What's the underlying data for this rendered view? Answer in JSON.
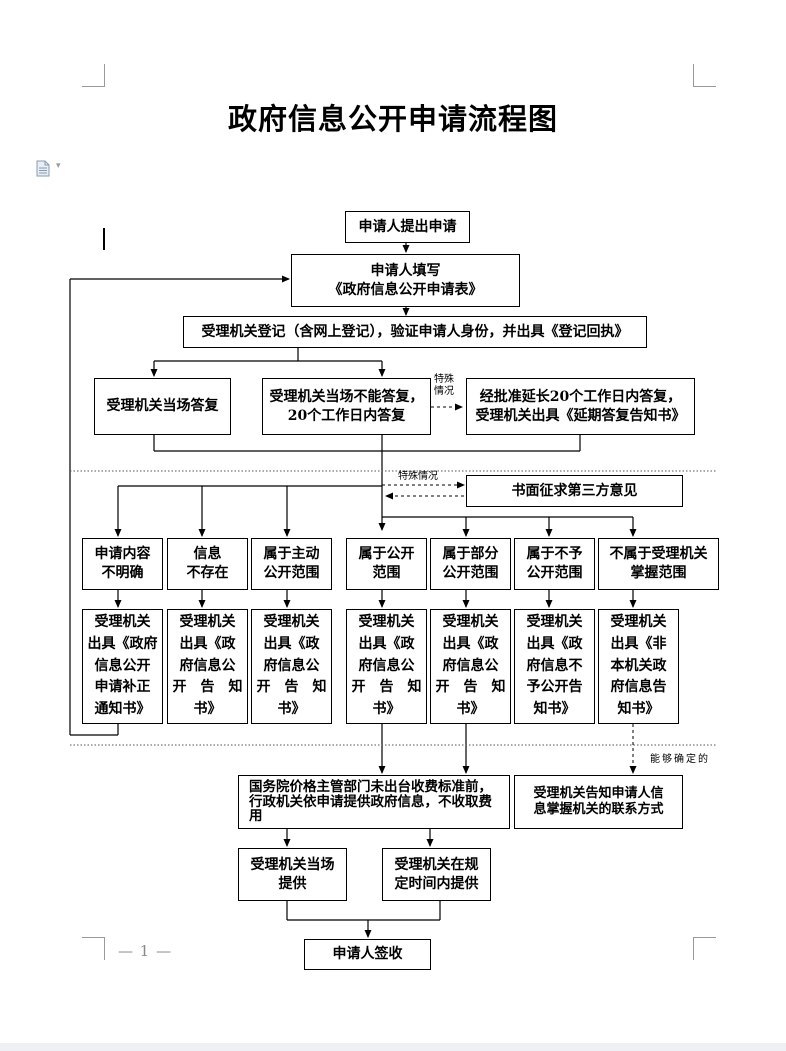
{
  "title": "政府信息公开申请流程图",
  "icons": {
    "doc": "document-icon",
    "dropdown": "chevron-down-icon"
  },
  "page_number": "— 1 —",
  "notes": {
    "special1": "特殊\n情况",
    "special2": "特殊情况",
    "determinable": "能够确定的"
  },
  "boxes": {
    "submit": "申请人提出申请",
    "fill_form": "申请人填写\n《政府信息公开申请表》",
    "register": "受理机关登记（含网上登记），验证申请人身份，并出具《登记回执》",
    "reply_on_spot": "受理机关当场答复",
    "reply_20days": "受理机关当场不能答复，\n20个工作日内答复",
    "extend": "经批准延长20个工作日内答复，\n受理机关出具《延期答复告知书》",
    "third_party": "书面征求第三方意见",
    "cat_unclear": "申请内容\n不明确",
    "cat_notexist": "信息\n不存在",
    "cat_active": "属于主动\n公开范围",
    "cat_public": "属于公开\n范围",
    "cat_partial": "属于部分\n公开范围",
    "cat_notpublic": "属于不予\n公开范围",
    "cat_notheld": "不属于受理机关\n掌握范围",
    "doc_unclear": "受理机关\n出具《政府\n信息公开\n申请补正\n通知书》",
    "doc_notexist": "受理机关\n出具《政\n府信息公\n开　告　知\n书》",
    "doc_active": "受理机关\n出具《政\n府信息公\n开　告　知\n书》",
    "doc_public": "受理机关\n出具《政\n府信息公\n开　告　知\n书》",
    "doc_partial": "受理机关\n出具《政\n府信息公\n开　告　知\n书》",
    "doc_notpublic": "受理机关\n出具《政\n府信息不\n予公开告\n知书》",
    "doc_notheld": "受理机关\n出具《非\n本机关政\n府信息告\n知书》",
    "fee": "国务院价格主管部门未出台收费标准前，\n行政机关依申请提供政府信息，不收取费\n用",
    "inform_contact": "受理机关告知申请人信\n息掌握机关的联系方式",
    "provide_spot": "受理机关当场\n提供",
    "provide_deadline": "受理机关在规\n定时间内提供",
    "sign": "申请人签收"
  }
}
